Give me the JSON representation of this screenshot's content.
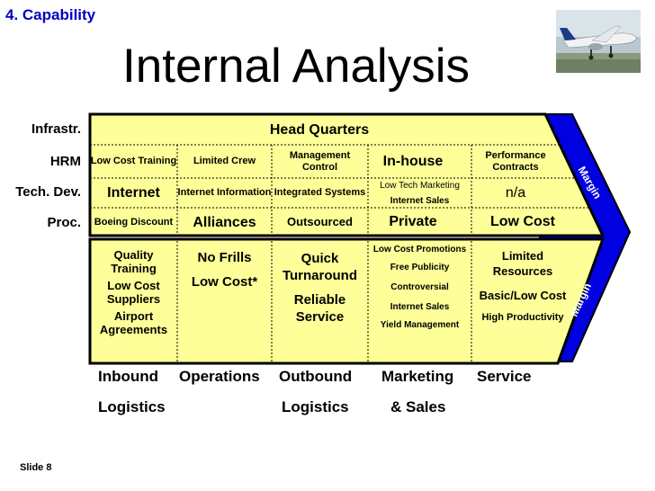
{
  "section_label": "4. Capability",
  "title": "Internal Analysis",
  "row_labels": [
    "Infrastr.",
    "HRM",
    "Tech. Dev.",
    "Proc."
  ],
  "headquarters": "Head Quarters",
  "hrm": [
    "Low Cost Training",
    "Limited Crew",
    "Management Control",
    "In-house",
    "Performance Contracts"
  ],
  "tech": [
    "Internet",
    "Internet Information",
    "Integrated Systems",
    "Low Tech Marketing",
    "Internet Sales",
    "n/a"
  ],
  "proc": [
    "Boeing Discount",
    "Alliances",
    "Outsourced",
    "Private",
    "Low Cost"
  ],
  "primary": {
    "inbound": [
      "Quality Training",
      "Low Cost Suppliers",
      "Airport Agreements"
    ],
    "operations": [
      "No Frills",
      "Low Cost*"
    ],
    "outbound": [
      "Quick Turnaround",
      "Reliable Service"
    ],
    "marketing": [
      "Low Cost Promotions",
      "Free Publicity",
      "Controversial",
      "Internet  Sales",
      "Yield Management"
    ],
    "service": [
      "Limited Resources",
      "Basic/Low Cost",
      "High Productivity"
    ]
  },
  "margin_label": "Margin",
  "footer": {
    "inbound": [
      "Inbound",
      "Logistics"
    ],
    "operations": "Operations",
    "outbound": [
      "Outbound",
      "Logistics"
    ],
    "marketing": [
      "Marketing",
      "& Sales"
    ],
    "service": "Service"
  },
  "slide_number": "Slide 8",
  "colors": {
    "chevron_fill": "#ffff99",
    "margin_fill": "#0000e0",
    "accent": "#0000c8"
  }
}
